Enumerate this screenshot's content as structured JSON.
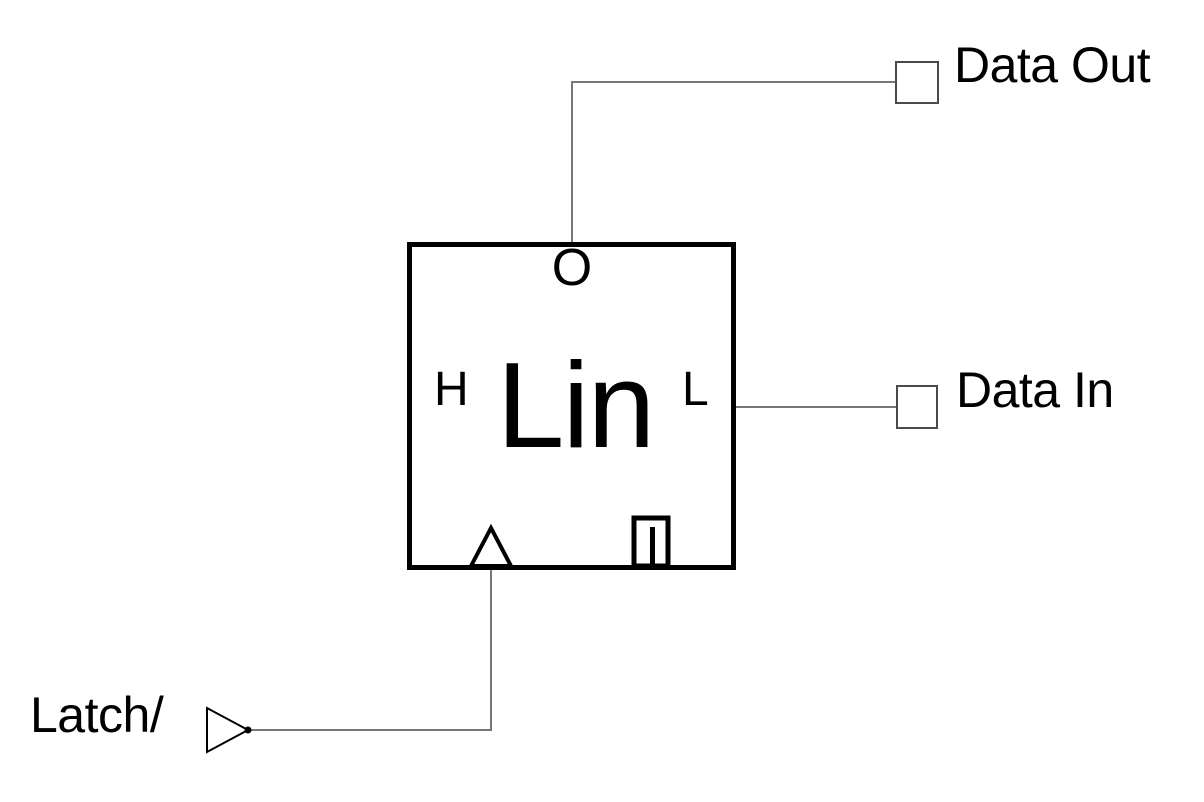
{
  "component": {
    "label": "Lin",
    "pin_top_label": "O",
    "pin_left_label": "H",
    "pin_right_label": "L"
  },
  "connections": {
    "data_out_label": "Data Out",
    "data_in_label": "Data In",
    "latch_label": "Latch/"
  },
  "icons": {
    "clock_edge": "triangle-up-outline",
    "enable_indicator": "boxed-vertical-bar",
    "input_buffer": "triangle-right-outline",
    "terminal": "small-square-outline"
  },
  "colors": {
    "background": "#ffffff",
    "component_border": "#000000",
    "wire": "#777777",
    "terminal_border": "#4a4a4a",
    "text": "#000000"
  }
}
